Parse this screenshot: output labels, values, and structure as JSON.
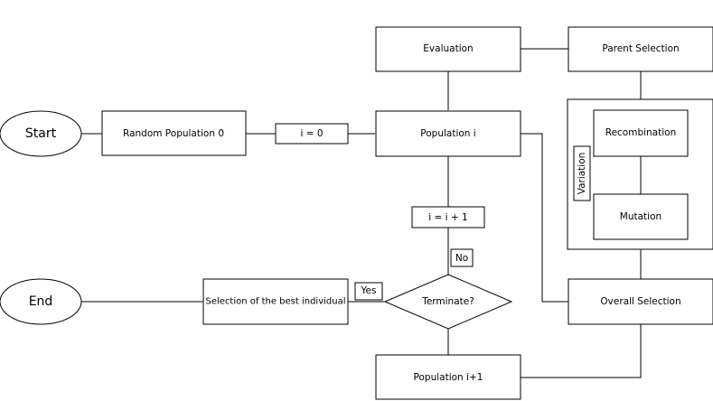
{
  "diagram": {
    "start": "Start",
    "end": "End",
    "random_population": "Random Population 0",
    "init_counter": "i = 0",
    "population_i": "Population i",
    "evaluation": "Evaluation",
    "parent_selection": "Parent Selection",
    "recombination": "Recombination",
    "variation": "Variation",
    "mutation": "Mutation",
    "overall_selection": "Overall Selection",
    "increment": "i = i + 1",
    "no": "No",
    "yes": "Yes",
    "terminate": "Terminate?",
    "best_selection": "Selection of the best individual",
    "population_next": "Population i+1"
  }
}
